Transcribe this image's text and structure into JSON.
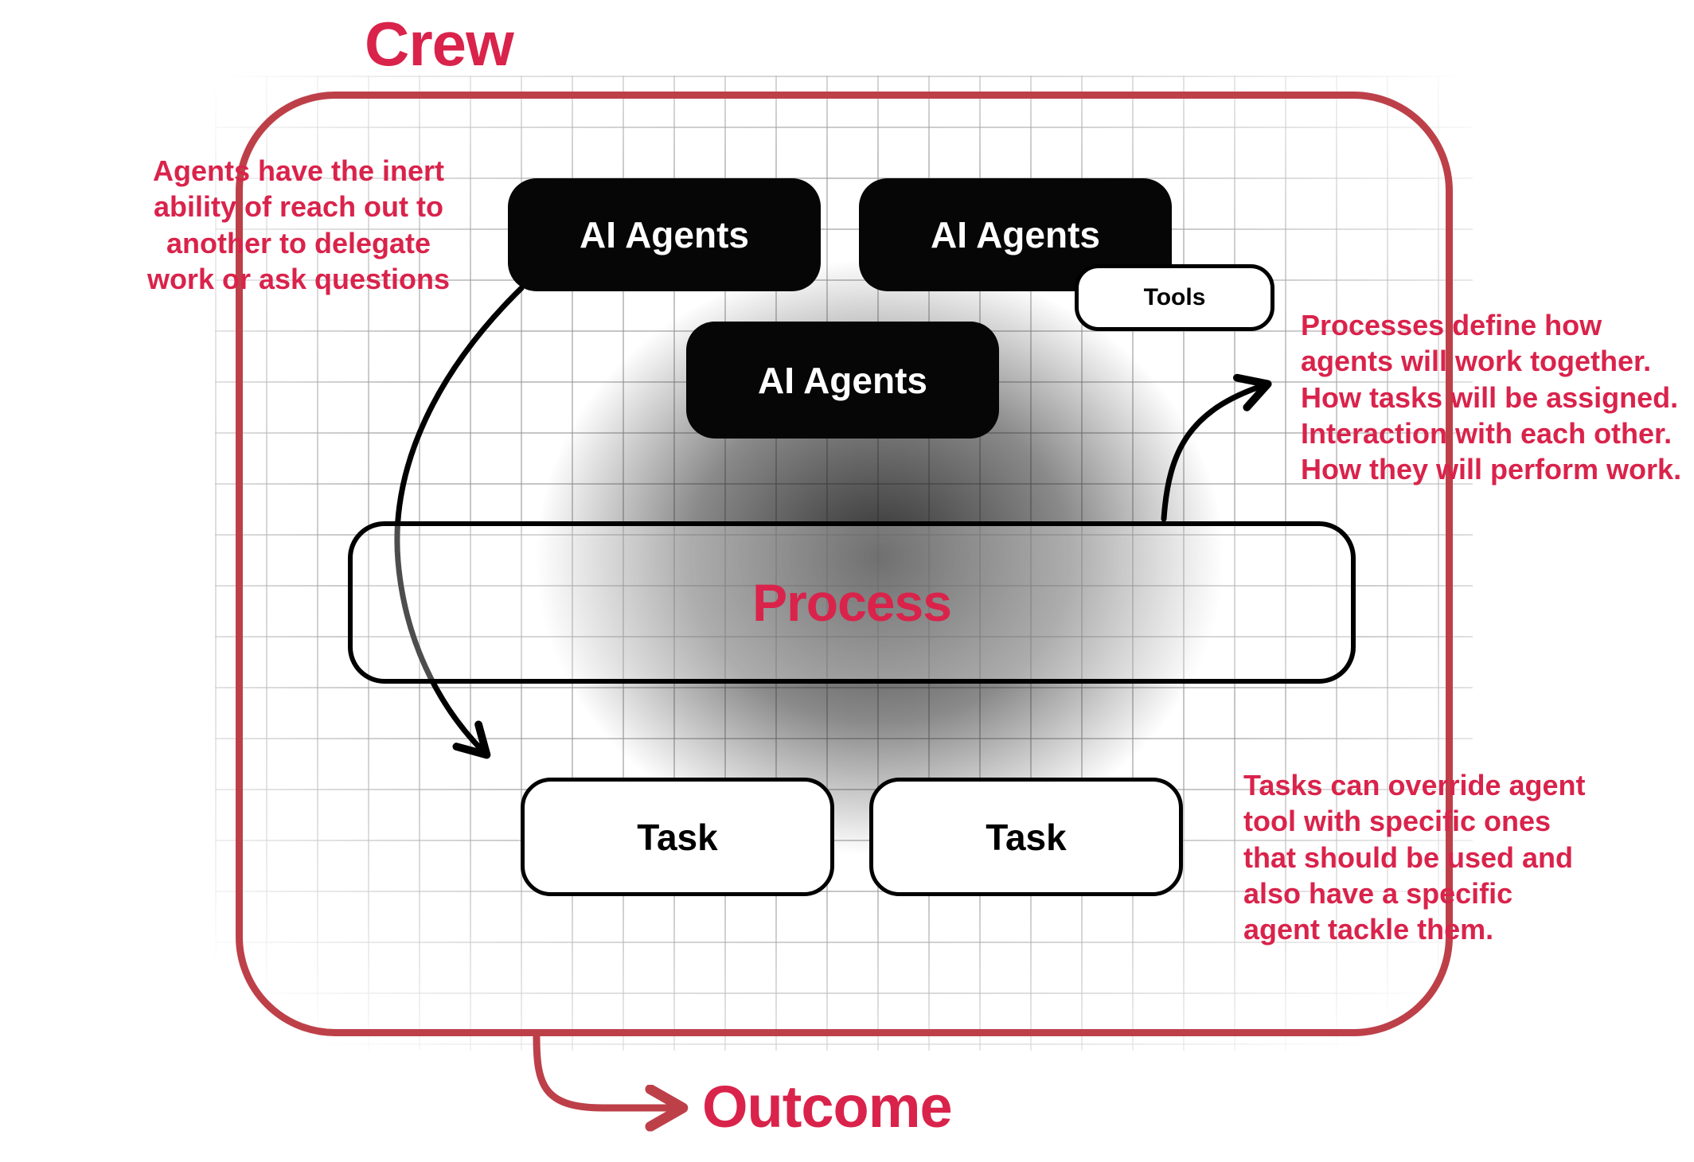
{
  "title": {
    "crew": "Crew",
    "outcome": "Outcome"
  },
  "boxes": {
    "agents": [
      "AI Agents",
      "AI Agents",
      "AI Agents"
    ],
    "tools": "Tools",
    "process": "Process",
    "tasks": [
      "Task",
      "Task"
    ]
  },
  "annotations": {
    "left": "Agents have the inert\nability of reach out to\nanother to delegate\nwork or ask questions",
    "right_top": "Processes define how\nagents will work together.\nHow tasks will be assigned.\nInteraction with each other.\nHow they will perform work.",
    "right_bottom": "Tasks can override agent\ntool with specific ones\nthat should be used and\nalso have a specific\nagent tackle them."
  },
  "colors": {
    "accent": "#D9234B",
    "crew_border": "#BD4049",
    "agent_box": "#060606",
    "grid_line": "#969696"
  }
}
